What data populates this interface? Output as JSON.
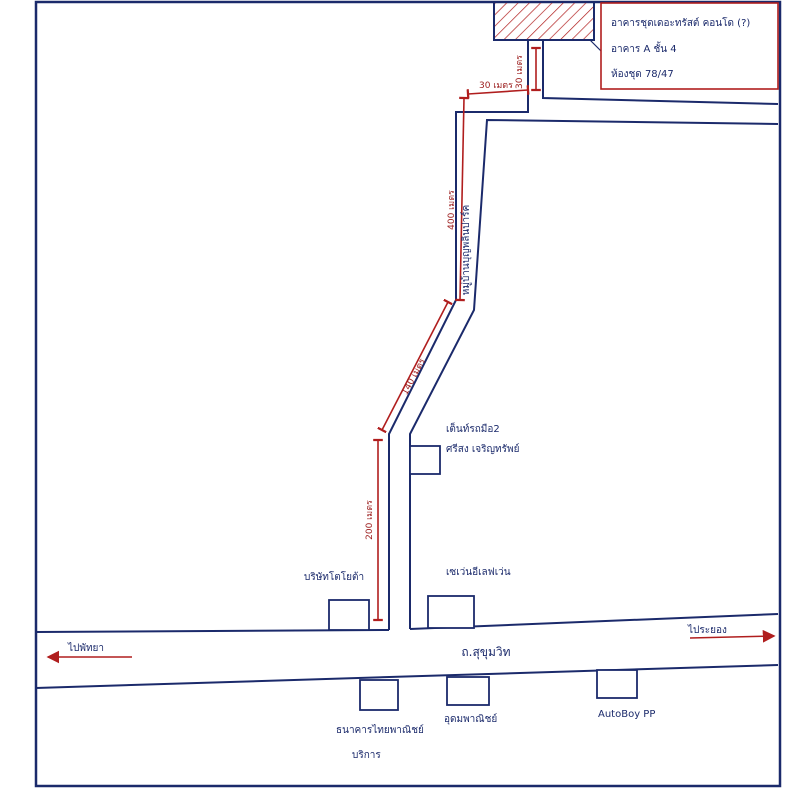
{
  "destination": {
    "line1": "อาคารชุดเดอะทรัสต์ คอนโด (?)",
    "line2": "อาคาร A ชั้น 4",
    "line3": "ห้องชุด 78/47"
  },
  "roads": {
    "main_road": "ถ.สุขุมวิท",
    "side_road": "หมู่บ้านบุญพลินปาร์ค"
  },
  "directions": {
    "west": "ไปพัทยา",
    "east": "ไประยอง"
  },
  "distances": {
    "seg1": "200 เมตร",
    "seg2": "140 เมตร",
    "seg3": "400 เมตร",
    "seg4": "30 เมตร",
    "seg5": "30 เมตร"
  },
  "landmarks": {
    "west_north": "บริษัทโตโยต้า",
    "east_north": "เซเว่นอีเลฟเว่น",
    "mid_side_l1": "เต็นท์รถมือ2",
    "mid_side_l2": "ศรีสง เจริญทรัพย์",
    "south_1_l1": "ธนาคารไทยพาณิชย์",
    "south_1_l2": "บริการ",
    "south_2": "อุดมพาณิชย์",
    "south_3": "AutoBoy PP"
  },
  "colors": {
    "ink": "#1b2a6b",
    "red": "#b01e1e"
  }
}
